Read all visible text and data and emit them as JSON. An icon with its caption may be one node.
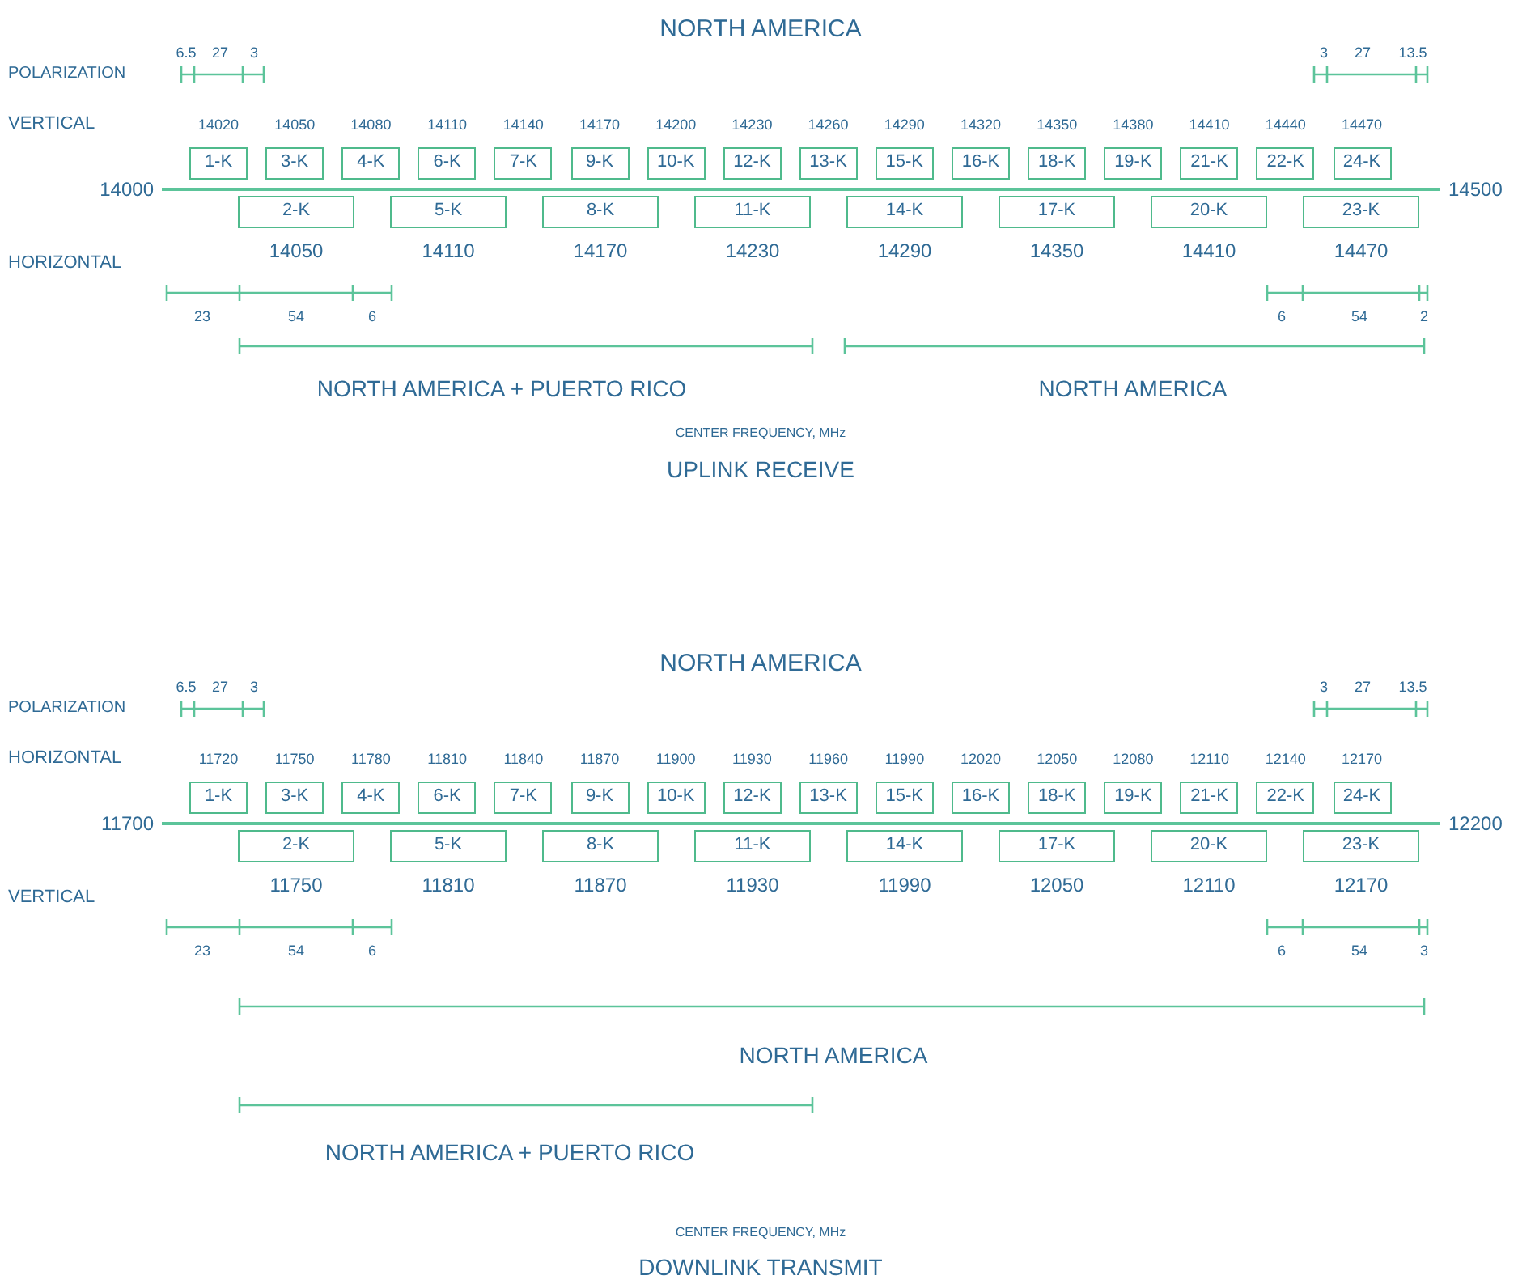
{
  "diagram": {
    "nodes": [
      {
        "text": [
          "1-K"
        ],
        "beside": [
          "14020"
        ]
      },
      {
        "text": [
          "3-K"
        ],
        "beside": [
          "14050"
        ]
      },
      {
        "text": [
          "4-K"
        ],
        "beside": [
          "14080"
        ]
      },
      {
        "text": [
          "6-K"
        ],
        "beside": [
          "14110"
        ]
      },
      {
        "text": [
          "7-K"
        ],
        "beside": [
          "14140"
        ]
      },
      {
        "text": [
          "9-K"
        ],
        "beside": [
          "14170"
        ]
      },
      {
        "text": [
          "10-K"
        ],
        "beside": [
          "14200"
        ]
      },
      {
        "text": [
          "12-K"
        ],
        "beside": [
          "14230"
        ]
      },
      {
        "text": [
          "13-K"
        ],
        "beside": [
          "14260"
        ]
      },
      {
        "text": [
          "15-K"
        ],
        "beside": [
          "14290"
        ]
      },
      {
        "text": [
          "16-K"
        ],
        "beside": [
          "14320"
        ]
      },
      {
        "text": [
          "18-K"
        ],
        "beside": [
          "14350"
        ]
      },
      {
        "text": [
          "19-K"
        ],
        "beside": [
          "14380"
        ]
      },
      {
        "text": [
          "21-K"
        ],
        "beside": [
          "14410"
        ]
      },
      {
        "text": [
          "22-K"
        ],
        "beside": [
          "14440"
        ]
      },
      {
        "text": [
          "24-K"
        ],
        "beside": [
          "14470"
        ]
      },
      {
        "text": [
          "2-K"
        ],
        "beside": [
          "14050"
        ]
      },
      {
        "text": [
          "5-K"
        ],
        "beside": [
          "14110"
        ]
      },
      {
        "text": [
          "8-K"
        ],
        "beside": [
          "14170"
        ]
      },
      {
        "text": [
          "11-K"
        ],
        "beside": [
          "14230"
        ]
      },
      {
        "text": [
          "14-K"
        ],
        "beside": [
          "14290"
        ]
      },
      {
        "text": [
          "17-K"
        ],
        "beside": [
          "14350"
        ]
      },
      {
        "text": [
          "20-K"
        ],
        "beside": [
          "14410"
        ]
      },
      {
        "text": [
          "23-K"
        ],
        "beside": [
          "14470"
        ]
      },
      {
        "text": [
          "1-K"
        ],
        "beside": [
          "11720"
        ]
      },
      {
        "text": [
          "3-K"
        ],
        "beside": [
          "11750"
        ]
      },
      {
        "text": [
          "4-K"
        ],
        "beside": [
          "11780"
        ]
      },
      {
        "text": [
          "6-K"
        ],
        "beside": [
          "11810"
        ]
      },
      {
        "text": [
          "7-K"
        ],
        "beside": [
          "11840"
        ]
      },
      {
        "text": [
          "9-K"
        ],
        "beside": [
          "11870"
        ]
      },
      {
        "text": [
          "10-K"
        ],
        "beside": [
          "11900"
        ]
      },
      {
        "text": [
          "12-K"
        ],
        "beside": [
          "11930"
        ]
      },
      {
        "text": [
          "13-K"
        ],
        "beside": [
          "11960"
        ]
      },
      {
        "text": [
          "15-K"
        ],
        "beside": [
          "11990"
        ]
      },
      {
        "text": [
          "16-K"
        ],
        "beside": [
          "12020"
        ]
      },
      {
        "text": [
          "18-K"
        ],
        "beside": [
          "12050"
        ]
      },
      {
        "text": [
          "19-K"
        ],
        "beside": [
          "12080"
        ]
      },
      {
        "text": [
          "21-K"
        ],
        "beside": [
          "12110"
        ]
      },
      {
        "text": [
          "22-K"
        ],
        "beside": [
          "12140"
        ]
      },
      {
        "text": [
          "24-K"
        ],
        "beside": [
          "12170"
        ]
      },
      {
        "text": [
          "2-K"
        ],
        "beside": [
          "11750"
        ]
      },
      {
        "text": [
          "5-K"
        ],
        "beside": [
          "11810"
        ]
      },
      {
        "text": [
          "8-K"
        ],
        "beside": [
          "11870"
        ]
      },
      {
        "text": [
          "11-K"
        ],
        "beside": [
          "11930"
        ]
      },
      {
        "text": [
          "14-K"
        ],
        "beside": [
          "11990"
        ]
      },
      {
        "text": [
          "17-K"
        ],
        "beside": [
          "12050"
        ]
      },
      {
        "text": [
          "20-K"
        ],
        "beside": [
          "12110"
        ]
      },
      {
        "text": [
          "23-K"
        ],
        "beside": [
          "12170"
        ]
      }
    ],
    "labels": [
      "NORTH AMERICA",
      "6.5",
      "27",
      "3",
      "3",
      "27",
      "13.5",
      "POLARIZATION",
      "VERTICAL",
      "14000",
      "14500",
      "HORIZONTAL",
      "23",
      "54",
      "6",
      "6",
      "54",
      "2",
      "NORTH AMERICA + PUERTO RICO",
      "NORTH AMERICA",
      "CENTER FREQUENCY, MHz",
      "UPLINK RECEIVE",
      "NORTH AMERICA",
      "6.5",
      "27",
      "3",
      "3",
      "27",
      "13.5",
      "POLARIZATION",
      "HORIZONTAL",
      "11700",
      "12200",
      "VERTICAL",
      "23",
      "54",
      "6",
      "6",
      "54",
      "3",
      "NORTH AMERICA",
      "NORTH AMERICA + PUERTO RICO",
      "CENTER FREQUENCY, MHz",
      "DOWNLINK TRANSMIT"
    ]
  }
}
